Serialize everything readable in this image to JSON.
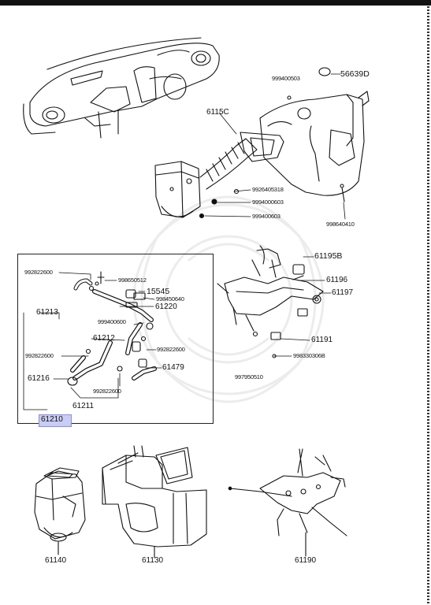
{
  "labels": {
    "l56639d": "56639D",
    "l999400503": "999400503",
    "l61150": "6115C",
    "l992640531b": "9926405318",
    "l999400603a": "9994000603",
    "l999400603b": "999400603",
    "l998640410": "998640410",
    "l61195b": "61195B",
    "l61196": "61196",
    "l61197": "61197",
    "l61191": "61191",
    "l998330306b": "998330306B",
    "l997950510": "997950510",
    "l992822600a": "992822600",
    "l998650512": "998650512",
    "l15545": "15545",
    "l998450640": "998450640",
    "l61213": "61213",
    "l61220": "61220",
    "l999400600": "999400600",
    "l61212": "61212",
    "l992822600b": "992822600",
    "l992822600c": "992822600",
    "l61479": "61479",
    "l61216": "61216",
    "l992822600d": "992822600",
    "l61211": "61211",
    "l61210": "61210",
    "l61140": "61140",
    "l61130": "61130",
    "l61190": "61190"
  }
}
